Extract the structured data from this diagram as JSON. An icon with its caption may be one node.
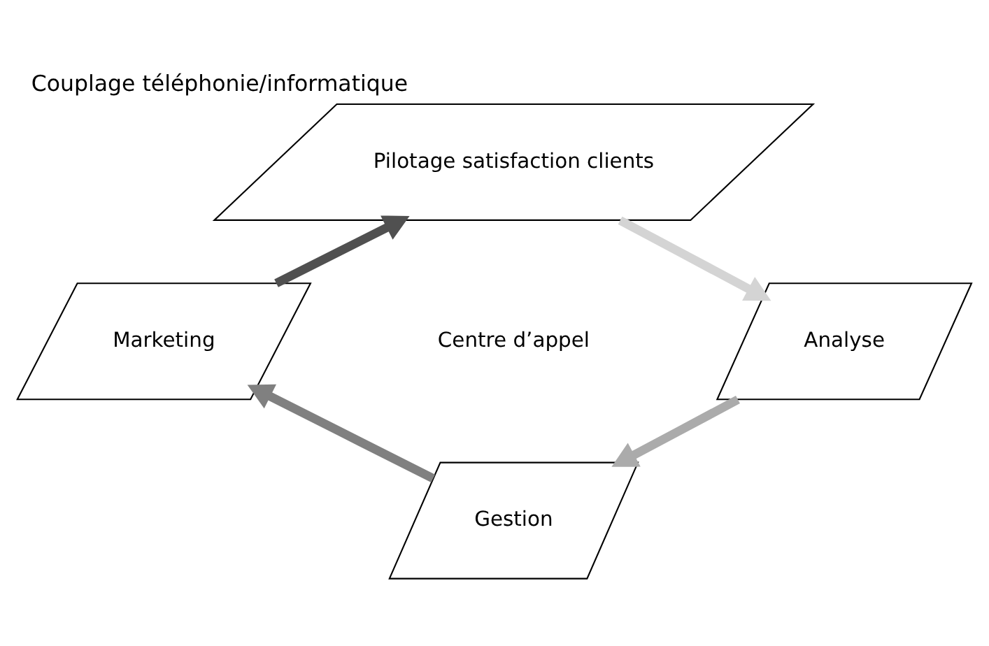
{
  "diagram": {
    "title": "Couplage téléphonie/informatique",
    "nodes": [
      {
        "text": [
          "Pilotage satisfaction clients"
        ]
      },
      {
        "text": [
          "Analyse"
        ]
      },
      {
        "text": [
          "Gestion"
        ]
      },
      {
        "text": [
          "Marketing"
        ]
      }
    ],
    "edges": [
      {
        "from": 3,
        "to": 0,
        "arrow": "to",
        "color": "#505050"
      },
      {
        "from": 0,
        "to": 1,
        "arrow": "to",
        "color": "#d4d4d4"
      },
      {
        "from": 1,
        "to": 2,
        "arrow": "to",
        "color": "#ababab"
      },
      {
        "from": 2,
        "to": 3,
        "arrow": "to",
        "color": "#808080"
      }
    ],
    "labels": [
      "Centre d’appel"
    ]
  }
}
